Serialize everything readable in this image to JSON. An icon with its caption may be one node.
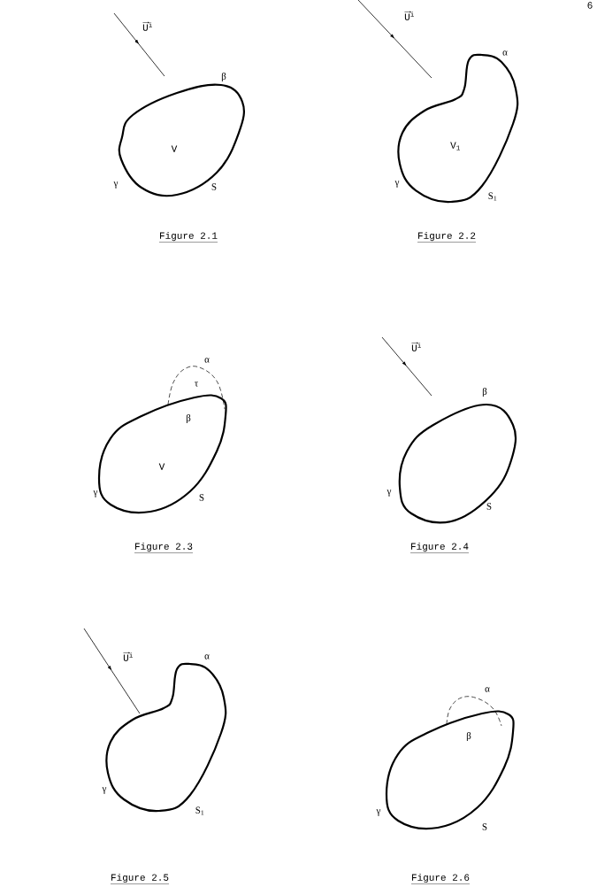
{
  "diagram": {
    "nodes": [
      {
        "text": [
          "V"
        ],
        "beside": [
          "β",
          "γ",
          "S"
        ]
      },
      {
        "text": [
          "V$_{1}$"
        ],
        "beside": [
          "α",
          "γ",
          "S$_{1}$"
        ]
      },
      {
        "text": [
          "β",
          "V"
        ],
        "beside": [
          "γ",
          "S"
        ]
      },
      {
        "text": [
          "τ"
        ],
        "beside": [
          "α"
        ]
      },
      {
        "text": [],
        "shape": "circle",
        "beside": [
          "β",
          "γ",
          "S"
        ]
      },
      {
        "text": [],
        "shape": "circle",
        "beside": [
          "α",
          "γ",
          "S$_{1}$"
        ]
      },
      {
        "text": [
          "β"
        ],
        "beside": [
          "γ",
          "S"
        ]
      },
      {
        "text": [],
        "shape": "arc",
        "beside": [
          "α"
        ]
      }
    ],
    "labels": [
      "6",
      "U$^{i}$",
      "U$^{i}$",
      "Figure 2.1",
      "Figure 2.2",
      "Figure 2.3",
      "U$^{i}$",
      "Figure 2.4",
      "U$^{i}$",
      "Figure 2.5",
      "Figure 2.6"
    ]
  }
}
